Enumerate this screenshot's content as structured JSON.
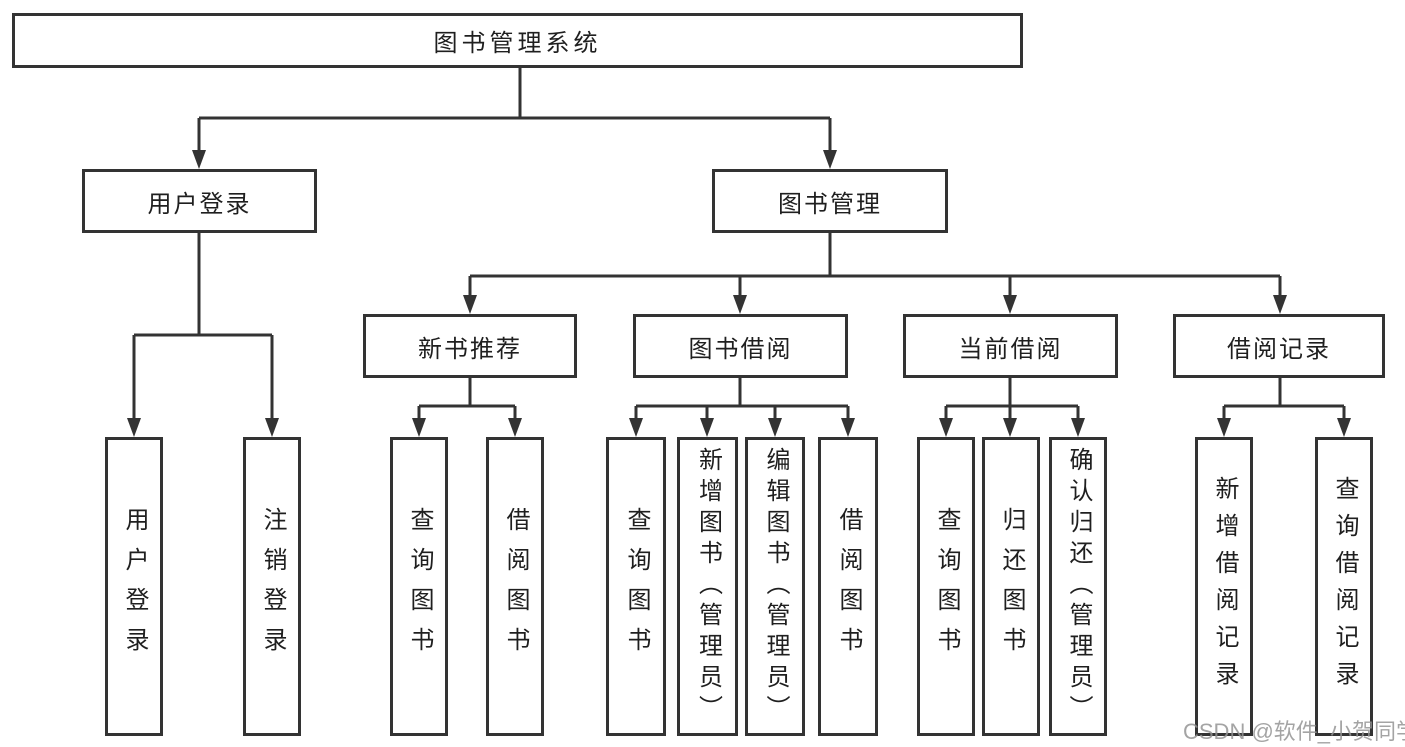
{
  "title": "图书管理系统",
  "level1": [
    {
      "id": "user-login",
      "label": "用户登录"
    },
    {
      "id": "book-management",
      "label": "图书管理"
    }
  ],
  "level2": [
    {
      "id": "new-book-recommend",
      "label": "新书推荐"
    },
    {
      "id": "book-borrowing",
      "label": "图书借阅"
    },
    {
      "id": "current-borrowing",
      "label": "当前借阅"
    },
    {
      "id": "borrowing-records",
      "label": "借阅记录"
    }
  ],
  "leaves": [
    {
      "id": "user-login-leaf",
      "label": "用户登录"
    },
    {
      "id": "logout",
      "label": "注销登录"
    },
    {
      "id": "recommend-query-books",
      "label": "查询图书"
    },
    {
      "id": "recommend-borrow-books",
      "label": "借阅图书"
    },
    {
      "id": "borrowing-query-books",
      "label": "查询图书"
    },
    {
      "id": "borrowing-add-books-admin",
      "label": "新增图书（管理员）"
    },
    {
      "id": "borrowing-edit-books-admin",
      "label": "编辑图书（管理员）"
    },
    {
      "id": "borrowing-borrow-books",
      "label": "借阅图书"
    },
    {
      "id": "current-query-books",
      "label": "查询图书"
    },
    {
      "id": "current-return-books",
      "label": "归还图书"
    },
    {
      "id": "current-confirm-return-admin",
      "label": "确认归还（管理员）"
    },
    {
      "id": "records-add-borrow-record",
      "label": "新增借阅记录"
    },
    {
      "id": "records-query-borrow-record",
      "label": "查询借阅记录"
    }
  ],
  "watermark": "CSDN @软件_小贺同学",
  "colors": {
    "line": "#333333",
    "text": "#1f1f1f",
    "watermark": "#949494",
    "background": "#ffffff"
  }
}
